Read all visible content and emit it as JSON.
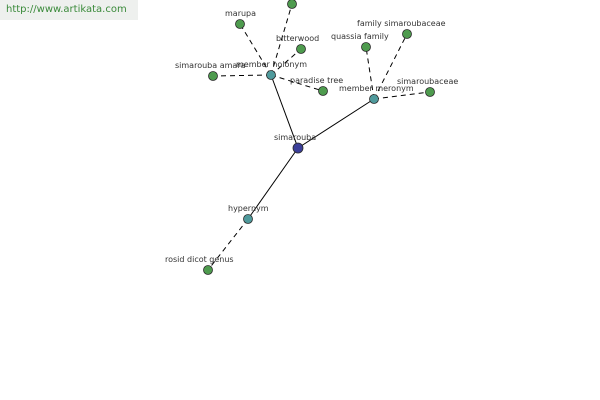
{
  "watermark": {
    "text": "http://www.artikata.com"
  },
  "colors": {
    "leaf": "#4e9b4e",
    "relation": "#4f9a9c",
    "center": "#3b3f99",
    "edge": "#000000",
    "stroke": "#2a2a2a"
  },
  "graph": {
    "center": {
      "id": "simarouba",
      "label": "simarouba"
    },
    "relations": [
      {
        "id": "member-holonym",
        "label": "member holonym"
      },
      {
        "id": "member-meronym",
        "label": "member meronym"
      },
      {
        "id": "hypernym",
        "label": "hypernym"
      }
    ],
    "leaves": [
      {
        "id": "top-unlabeled",
        "label": "",
        "relation": "member-holonym"
      },
      {
        "id": "marupa",
        "label": "marupa",
        "relation": "member-holonym"
      },
      {
        "id": "bitterwood",
        "label": "bitterwood",
        "relation": "member-holonym"
      },
      {
        "id": "simarouba-amara",
        "label": "simarouba amara",
        "relation": "member-holonym"
      },
      {
        "id": "paradise-tree",
        "label": "paradise tree",
        "relation": "member-holonym"
      },
      {
        "id": "family-simaroubaceae",
        "label": "family simaroubaceae",
        "relation": "member-meronym"
      },
      {
        "id": "quassia-family",
        "label": "quassia family",
        "relation": "member-meronym"
      },
      {
        "id": "simaroubaceae",
        "label": "simaroubaceae",
        "relation": "member-meronym"
      },
      {
        "id": "rosid-dicot-genus",
        "label": "rosid dicot genus",
        "relation": "hypernym"
      }
    ]
  }
}
